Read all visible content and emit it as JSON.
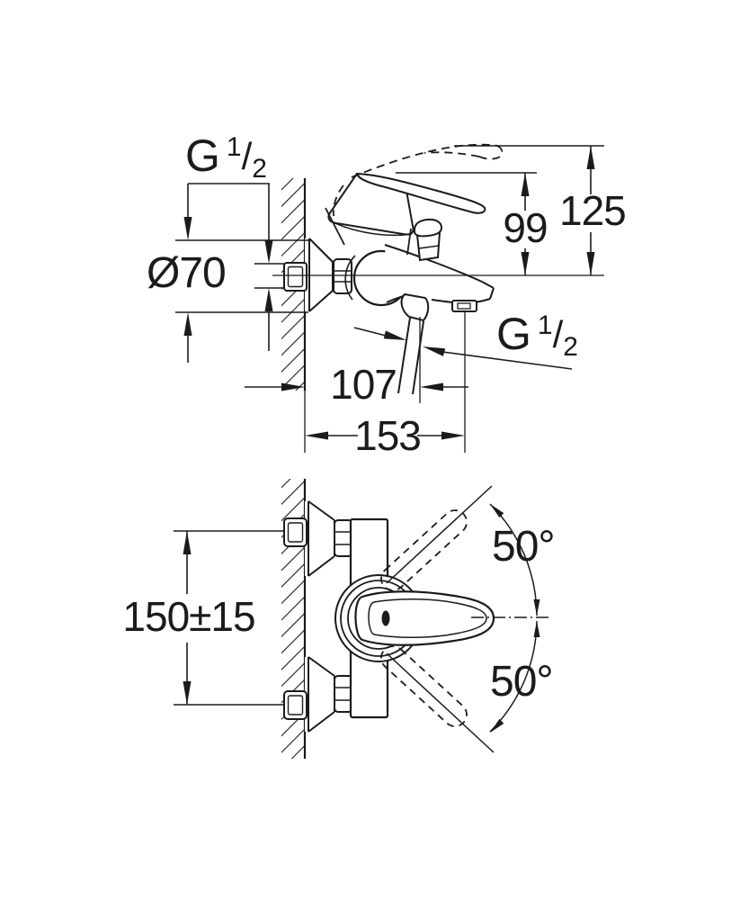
{
  "page": {
    "background": "#ffffff"
  },
  "drawing": {
    "kind": "technical-dimension-drawing",
    "subject": "wall-mounted single-lever bath shower mixer",
    "line_color": "#1b1b1b",
    "views": [
      {
        "id": "side-view",
        "description": "side elevation with installation dimensions"
      },
      {
        "id": "front-view",
        "description": "front elevation with lever swivel angles"
      }
    ]
  },
  "labels": {
    "thread_wall": {
      "g": "G",
      "sup": "1",
      "slash": "/",
      "sub": "2"
    },
    "thread_shower_hose": {
      "g": "G",
      "sup": "1",
      "slash": "/",
      "sub": "2"
    },
    "escutcheon_diameter": "Ø70",
    "lever_height": "99",
    "lever_height_open": "125",
    "hose_offset": "107",
    "spout_depth": "153",
    "connection_centres": "150±15",
    "swivel_angle_up": "50°",
    "swivel_angle_down": "50°"
  }
}
